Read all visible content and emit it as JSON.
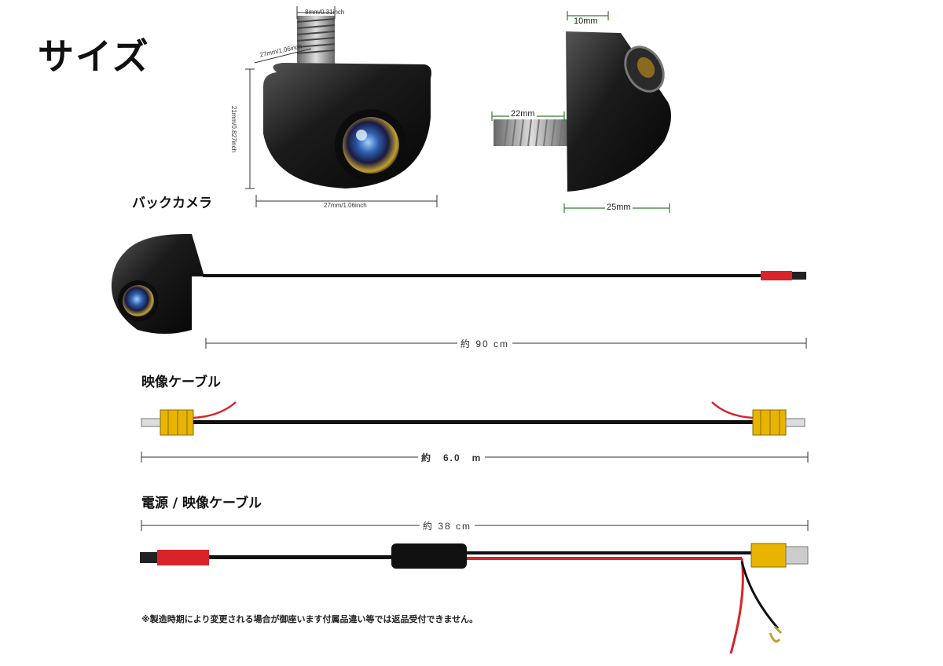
{
  "page": {
    "title": "サイズ",
    "back_camera_label": "バックカメラ",
    "video_cable_label": "映像ケーブル",
    "power_video_cable_label": "電源 / 映像ケーブル",
    "footnote": "※製造時期により変更される場合が御座います付属品違い等では返品受付できません。"
  },
  "dimensions": {
    "thread_width": "8mm/0.31inch",
    "body_diagonal": "27mm/1.06inch",
    "height": "21mm/0.827inch",
    "width": "27mm/1.06inch",
    "side_top": "10mm",
    "side_thread": "22mm",
    "side_bottom": "25mm",
    "camera_cable_length": "約 90 cm",
    "video_cable_length": "約　6.0　m",
    "power_cable_length": "約 38 cm"
  },
  "colors": {
    "camera_body": "#1a1a1a",
    "rca_yellow": "#e8b400",
    "connector_red": "#d8232a",
    "dimension_green": "#2e7d32"
  }
}
